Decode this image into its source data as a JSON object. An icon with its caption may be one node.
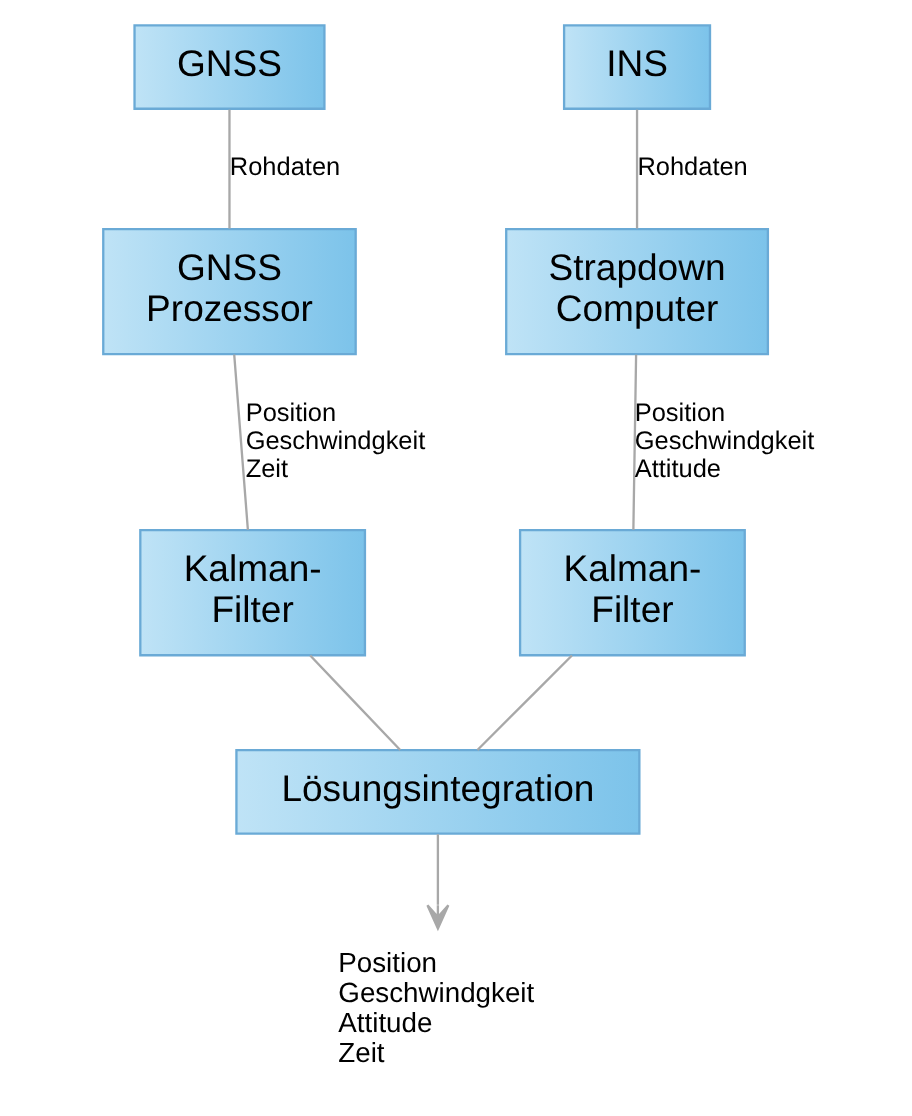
{
  "diagram": {
    "nodes": [
      {
        "text": [
          "GNSS"
        ]
      },
      {
        "text": [
          "INS"
        ]
      },
      {
        "text": [
          "GNSS Prozessor"
        ]
      },
      {
        "text": [
          "Strapdown Computer"
        ]
      },
      {
        "text": [
          "Kalman- Filter"
        ]
      },
      {
        "text": [
          "Kalman- Filter"
        ]
      },
      {
        "text": [
          "Lösungsintegration"
        ]
      },
      {
        "text": [
          "Position Geschwindgkeit Attitude Zeit"
        ]
      }
    ],
    "edges": [
      {
        "from": 0,
        "to": 2,
        "arrow": "none",
        "label": "Rohdaten"
      },
      {
        "from": 1,
        "to": 3,
        "arrow": "none",
        "label": "Rohdaten"
      },
      {
        "from": 2,
        "to": 4,
        "arrow": "none",
        "label": "Position Geschwindgkeit Zeit"
      },
      {
        "from": 3,
        "to": 5,
        "arrow": "none",
        "label": "Position Geschwindgkeit Attitude"
      },
      {
        "from": 4,
        "to": 6,
        "arrow": "none"
      },
      {
        "from": 5,
        "to": 6,
        "arrow": "none"
      },
      {
        "from": 6,
        "to": 7,
        "arrow": "to"
      }
    ]
  }
}
